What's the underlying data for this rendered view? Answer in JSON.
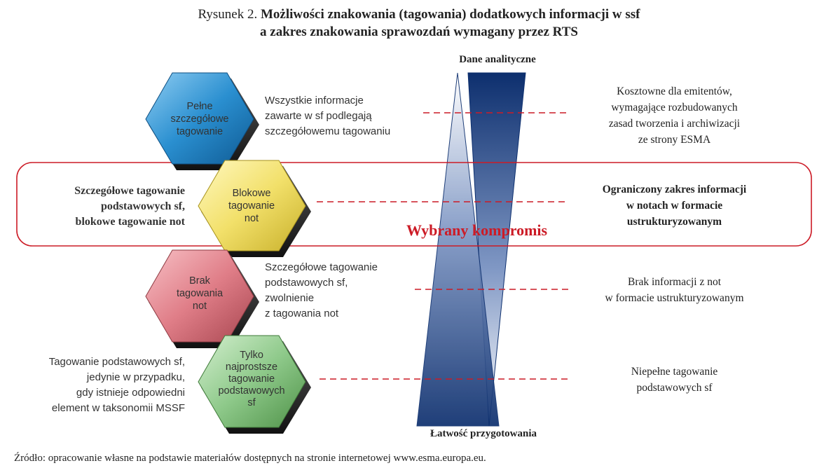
{
  "title": {
    "prefix": "Rysunek 2.",
    "line1": "Możliwości znakowania (tagowania) dodatkowych informacji w ssf",
    "line2": "a zakres znakowania sprawozdań wymagany przez RTS"
  },
  "axis": {
    "top": "Dane analityczne",
    "bottom": "Łatwość przygotowania"
  },
  "hexagons": [
    {
      "lines": [
        "Pełne",
        "szczegółowe",
        "tagowanie"
      ],
      "color": "#2a8fd0"
    },
    {
      "lines": [
        "Blokowe",
        "tagowanie",
        "not"
      ],
      "color": "#f2e06a"
    },
    {
      "lines": [
        "Brak",
        "tagowania",
        "not"
      ],
      "color": "#e07e88"
    },
    {
      "lines": [
        "Tylko",
        "najprostsze",
        "tagowanie",
        "podstawowych",
        "sf"
      ],
      "color": "#8ec98a"
    }
  ],
  "descriptions": {
    "d1": [
      "Wszystkie informacje",
      "zawarte w sf podlegają",
      "szczegółowemu tagowaniu"
    ],
    "d2": [
      "Szczegółowe tagowanie",
      "podstawowych sf,",
      "blokowe tagowanie not"
    ],
    "d3": [
      "Szczegółowe tagowanie",
      "podstawowych sf,",
      "zwolnienie",
      "z tagowania not"
    ],
    "d4": [
      "Tagowanie podstawowych sf,",
      "jedynie w przypadku,",
      "gdy istnieje odpowiedni",
      "element w taksonomii MSSF"
    ]
  },
  "right_notes": {
    "r1": [
      "Kosztowne dla emitentów,",
      "wymagające rozbudowanych",
      "zasad tworzenia i archiwizacji",
      "ze strony ESMA"
    ],
    "r2": [
      "Ograniczony zakres informacji",
      "w notach w formacie",
      "ustrukturyzowanym"
    ],
    "r3": [
      "Brak informacji z not",
      "w formacie ustrukturyzowanym"
    ],
    "r4": [
      "Niepełne tagowanie",
      "podstawowych sf"
    ]
  },
  "compromise_label": "Wybrany kompromis",
  "source": "Źródło: opracowanie własne na podstawie materiałów dostępnych na stronie internetowej www.esma.europa.eu.",
  "colors": {
    "accent_red": "#cc1b26",
    "navy": "#0d2f6e"
  }
}
